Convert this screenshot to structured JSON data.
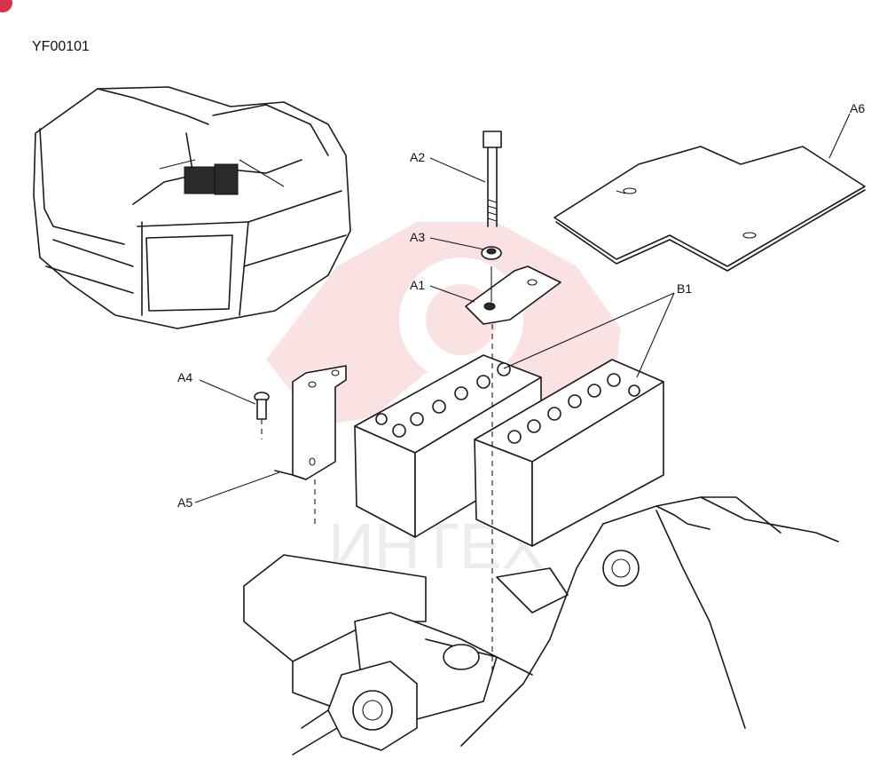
{
  "drawing_code": "YF00101",
  "watermark": {
    "text": "ИНТЕХ",
    "color": "#f29a9a"
  },
  "colors": {
    "line": "#1a1a1a",
    "background": "#ffffff",
    "badge": "#d6334a"
  },
  "callouts": {
    "a1": "A1",
    "a2": "A2",
    "a3": "A3",
    "a4": "A4",
    "a5": "A5",
    "a6": "A6",
    "b1": "B1"
  }
}
